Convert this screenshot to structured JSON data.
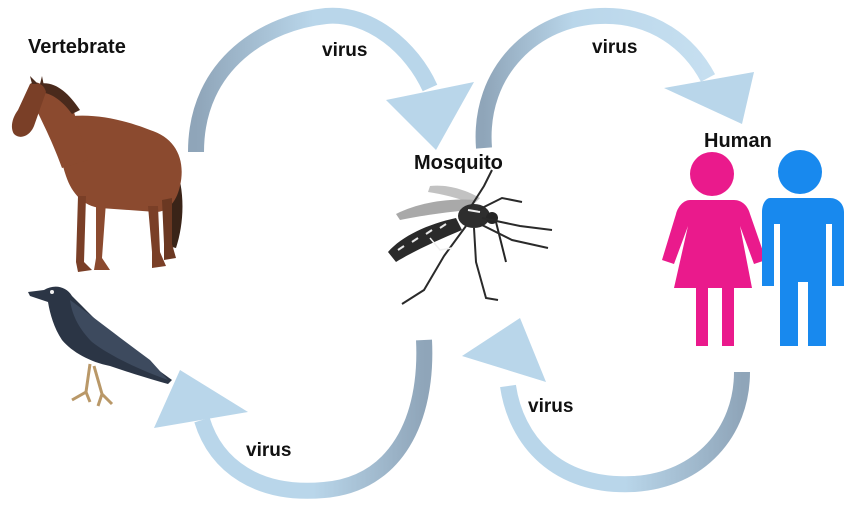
{
  "labels": {
    "vertebrate": "Vertebrate",
    "mosquito": "Mosquito",
    "human": "Human"
  },
  "arrows": [
    {
      "id": "vertebrate-to-mosquito",
      "label": "virus"
    },
    {
      "id": "mosquito-to-human",
      "label": "virus"
    },
    {
      "id": "human-to-mosquito",
      "label": "virus"
    },
    {
      "id": "mosquito-to-vertebrate",
      "label": "virus"
    }
  ],
  "colors": {
    "arrow_light": "#b9d6ea",
    "arrow_dark": "#8fa5b9",
    "horse": "#8b4a2f",
    "bird": "#2b3545",
    "mosquito": "#2a2a2a",
    "woman": "#ea1a8c",
    "man": "#1889ee"
  },
  "icons": [
    "horse-icon",
    "bird-icon",
    "mosquito-icon",
    "woman-icon",
    "man-icon"
  ]
}
